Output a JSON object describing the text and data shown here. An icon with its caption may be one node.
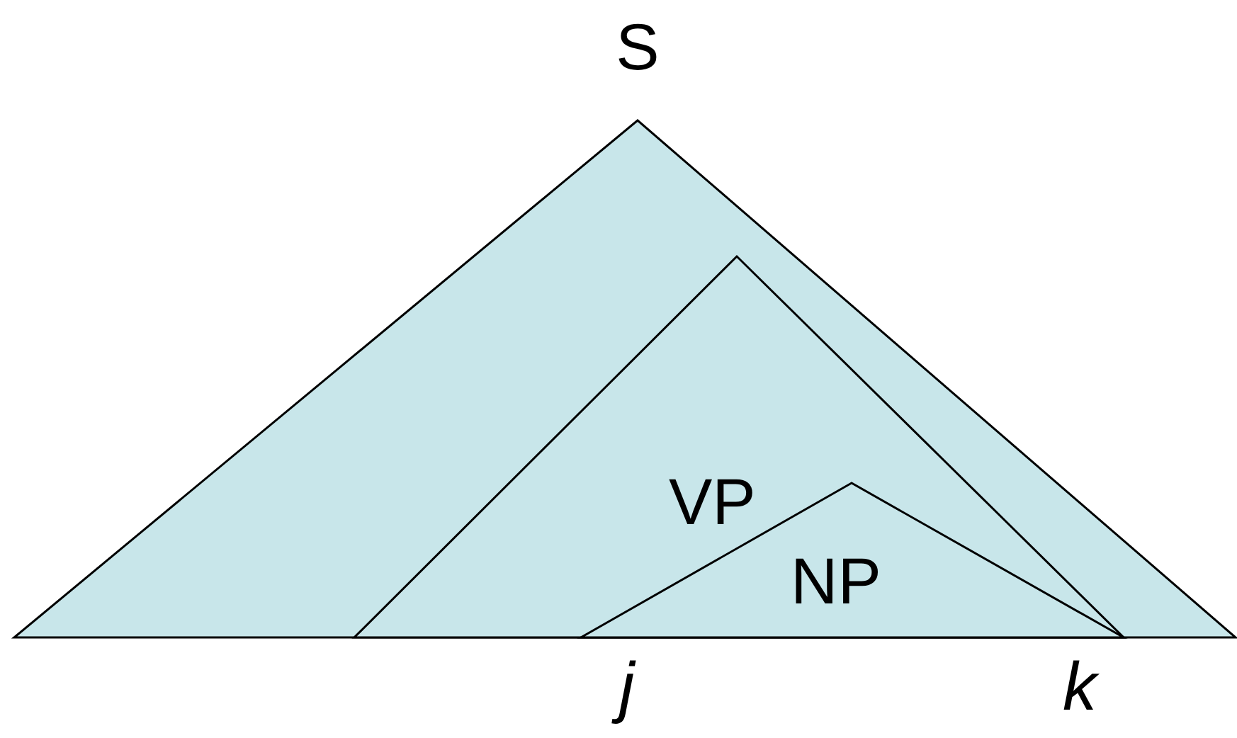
{
  "diagram": {
    "nodes": [
      {
        "text": [
          "S"
        ]
      },
      {
        "text": [
          "VP"
        ],
        "in": 0
      },
      {
        "text": [
          "NP"
        ],
        "in": 1
      }
    ],
    "edges": [],
    "labels": [
      "j",
      "k"
    ]
  }
}
